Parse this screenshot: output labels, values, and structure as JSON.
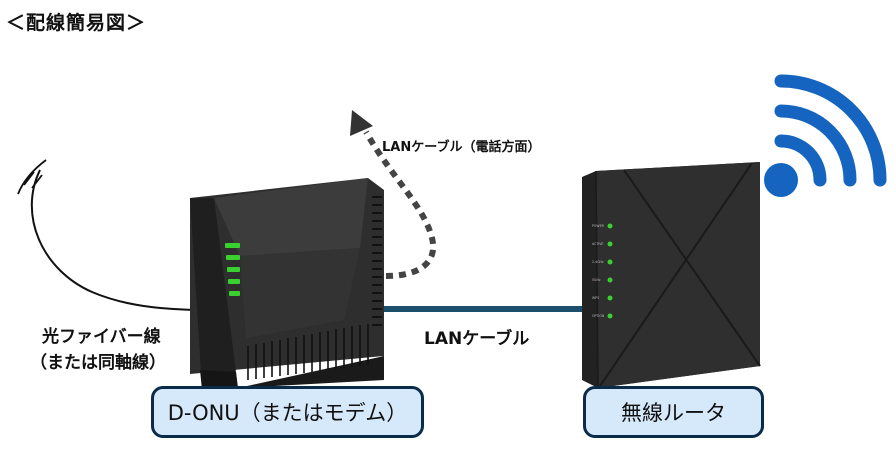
{
  "title": "＜配線簡易図＞",
  "labels": {
    "phone_cable": "LANケーブル（電話方面）",
    "fiber_line1": "光ファイバー線",
    "fiber_line2": "（または同軸線）",
    "lan_cable": "LANケーブル"
  },
  "devices": {
    "onu": "D-ONU（またはモデム）",
    "router": "無線ルータ"
  },
  "router_leds": [
    "POWER",
    "ACTIVE",
    "2.4GHz",
    "5GHz",
    "WPS",
    "OPTION"
  ],
  "colors": {
    "device_body": "#2e2e2e",
    "led_green": "#39d12e",
    "lan_cable": "#1c4f6b",
    "wifi_blue": "#1565c0",
    "box_fill": "#d6e9fa",
    "box_border": "#0b2b4a"
  },
  "icons": [
    "wifi-icon",
    "arrow-up-icon"
  ]
}
